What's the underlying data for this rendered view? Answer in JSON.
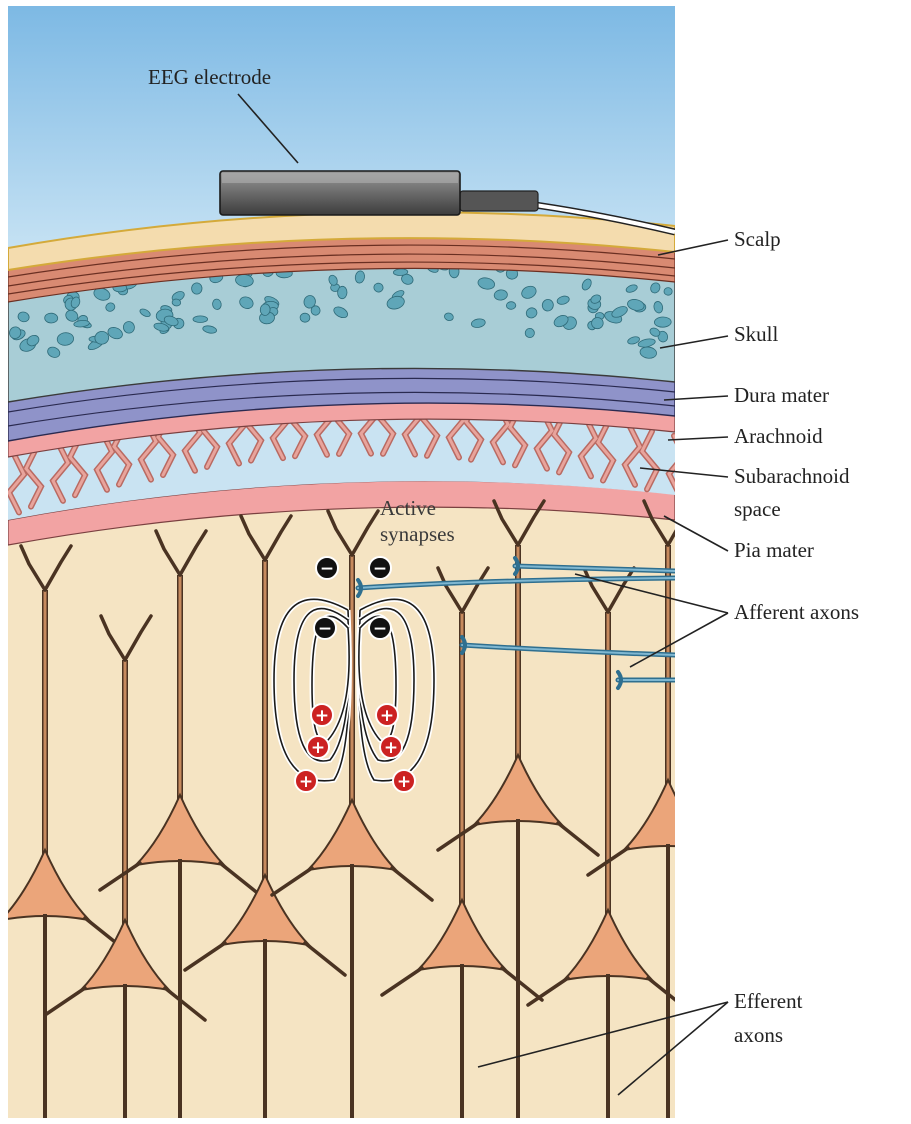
{
  "labels": {
    "electrode": "EEG electrode",
    "scalp": "Scalp",
    "skull": "Skull",
    "dura": "Dura mater",
    "arachnoid": "Arachnoid",
    "subarachnoid_1": "Subarachnoid",
    "subarachnoid_2": "space",
    "pia": "Pia mater",
    "active_1": "Active",
    "active_2": "synapses",
    "afferent": "Afferent axons",
    "efferent_1": "Efferent",
    "efferent_2": "axons"
  },
  "charges": {
    "negative": "−",
    "positive": "+"
  },
  "colors": {
    "sky": "#8fc3e6",
    "scalp": "#f4dcae",
    "skin_band": "#d98a72",
    "skull": "#a8cdd6",
    "skull_spots": "#5fa6b8",
    "dura": "#8f93c9",
    "pia": "#f2a3a3",
    "vessel": "#d4827a",
    "cortex": "#f5e4c3",
    "neuron_body": "#eba57a",
    "neuron_outline": "#4a3322",
    "afferent_axon": "#2f6f8f",
    "field_line": "#1a1a1a",
    "positive_charge": "#cc2222",
    "negative_charge": "#111111"
  }
}
